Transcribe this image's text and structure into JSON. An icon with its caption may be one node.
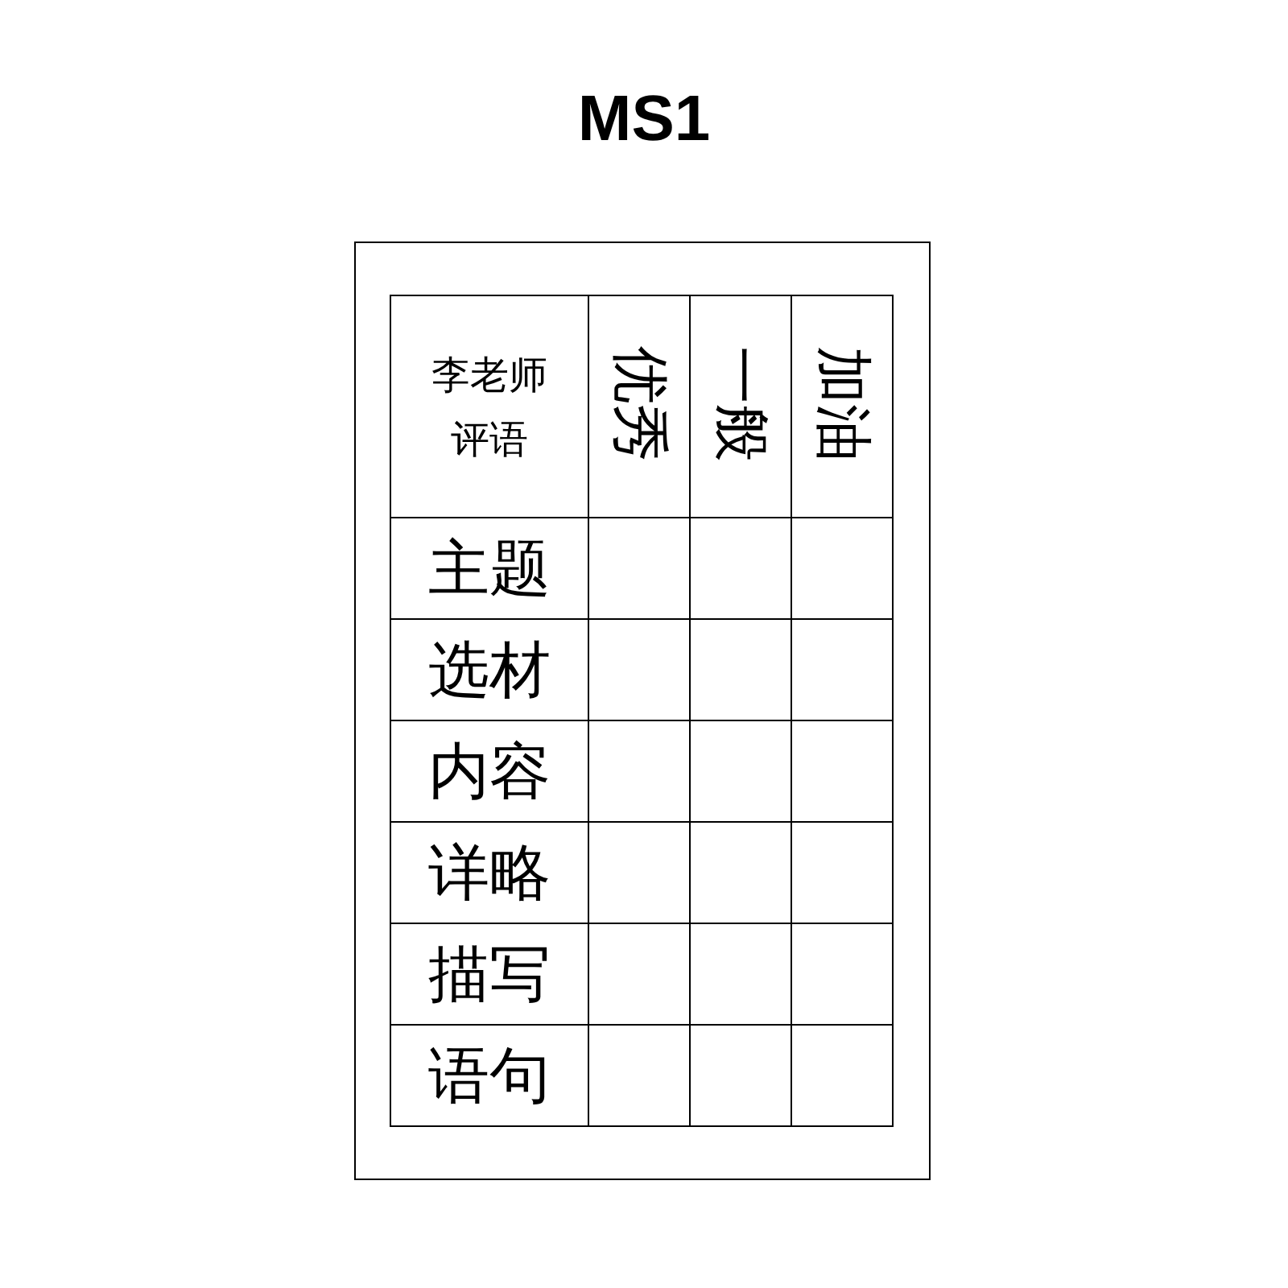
{
  "diagram": {
    "title": "MS1",
    "labels": [
      "李老师评语",
      "优秀",
      "一般",
      "加油",
      "主题",
      "选材",
      "内容",
      "详略",
      "描写",
      "语句"
    ]
  }
}
